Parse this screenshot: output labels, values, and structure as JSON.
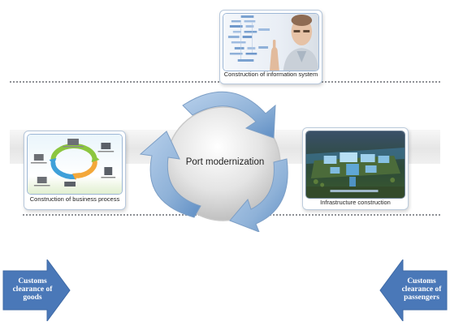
{
  "diagram": {
    "center_label": "Port modernization",
    "cards": {
      "information_system": "Construction of information system",
      "business_process": "Construction of business process",
      "infrastructure": "Infrastructure construction"
    },
    "side_arrows": {
      "goods": "Customs clearance of goods",
      "passengers": "Customs clearance of passengers"
    }
  },
  "colors": {
    "arrow_blue": "#4a78b8",
    "cycle_arrow_blue": "#8fb2d8",
    "card_border": "#b7c8dc",
    "hub_grey": "#d6d6d6"
  },
  "icons": [
    "businessman-touchscreen-photo",
    "process-cycle-illustration",
    "port-infrastructure-rendering",
    "arrow-right-icon",
    "arrow-left-icon"
  ]
}
